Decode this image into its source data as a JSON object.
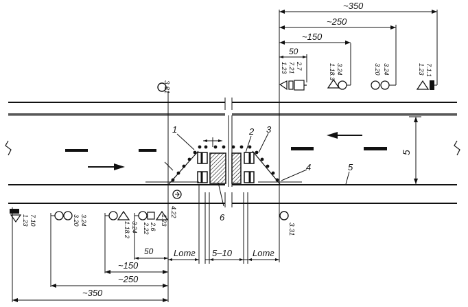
{
  "dimensions": {
    "top": [
      {
        "id": "top-dim-350",
        "text": "~350"
      },
      {
        "id": "top-dim-250",
        "text": "~250"
      },
      {
        "id": "top-dim-150",
        "text": "~150"
      },
      {
        "id": "top-dim-50",
        "text": "50"
      }
    ],
    "bottom": [
      {
        "id": "bottom-dim-50",
        "text": "50"
      },
      {
        "id": "bottom-dim-150",
        "text": "~150"
      },
      {
        "id": "bottom-dim-250",
        "text": "~250"
      },
      {
        "id": "bottom-dim-350",
        "text": "~350"
      },
      {
        "id": "bottom-dim-lotr-left",
        "text": "Lотг"
      },
      {
        "id": "bottom-dim-gap",
        "text": "5–10"
      },
      {
        "id": "bottom-dim-lotr-right",
        "text": "Lотг"
      }
    ],
    "road_width": "5"
  },
  "signs": {
    "top": [
      {
        "id": "top-sign-far-left",
        "lines": [
          "3.31"
        ]
      },
      {
        "id": "top-sign-a",
        "lines": [
          "1.23",
          "7.21",
          "2.7"
        ]
      },
      {
        "id": "top-sign-b",
        "lines": [
          "1.18.3",
          "3.24"
        ]
      },
      {
        "id": "top-sign-c",
        "lines": [
          "3.20",
          "3.24"
        ]
      },
      {
        "id": "top-sign-d",
        "lines": [
          "1.23",
          "7.1.1"
        ]
      }
    ],
    "bottom": [
      {
        "id": "bottom-sign-a",
        "lines": [
          "1.23",
          "7.10"
        ]
      },
      {
        "id": "bottom-sign-b",
        "lines": [
          "3.20",
          "3.24"
        ]
      },
      {
        "id": "bottom-sign-c",
        "lines": [
          "1.18.2",
          "3.24"
        ]
      },
      {
        "id": "bottom-sign-d",
        "lines": [
          "2.22",
          "2.6"
        ]
      },
      {
        "id": "bottom-sign-e",
        "lines": [
          "1.23",
          "4.22"
        ]
      },
      {
        "id": "bottom-sign-right",
        "lines": [
          "3.31"
        ]
      }
    ]
  },
  "callouts": [
    "1",
    "2",
    "3",
    "4",
    "5",
    "6"
  ]
}
